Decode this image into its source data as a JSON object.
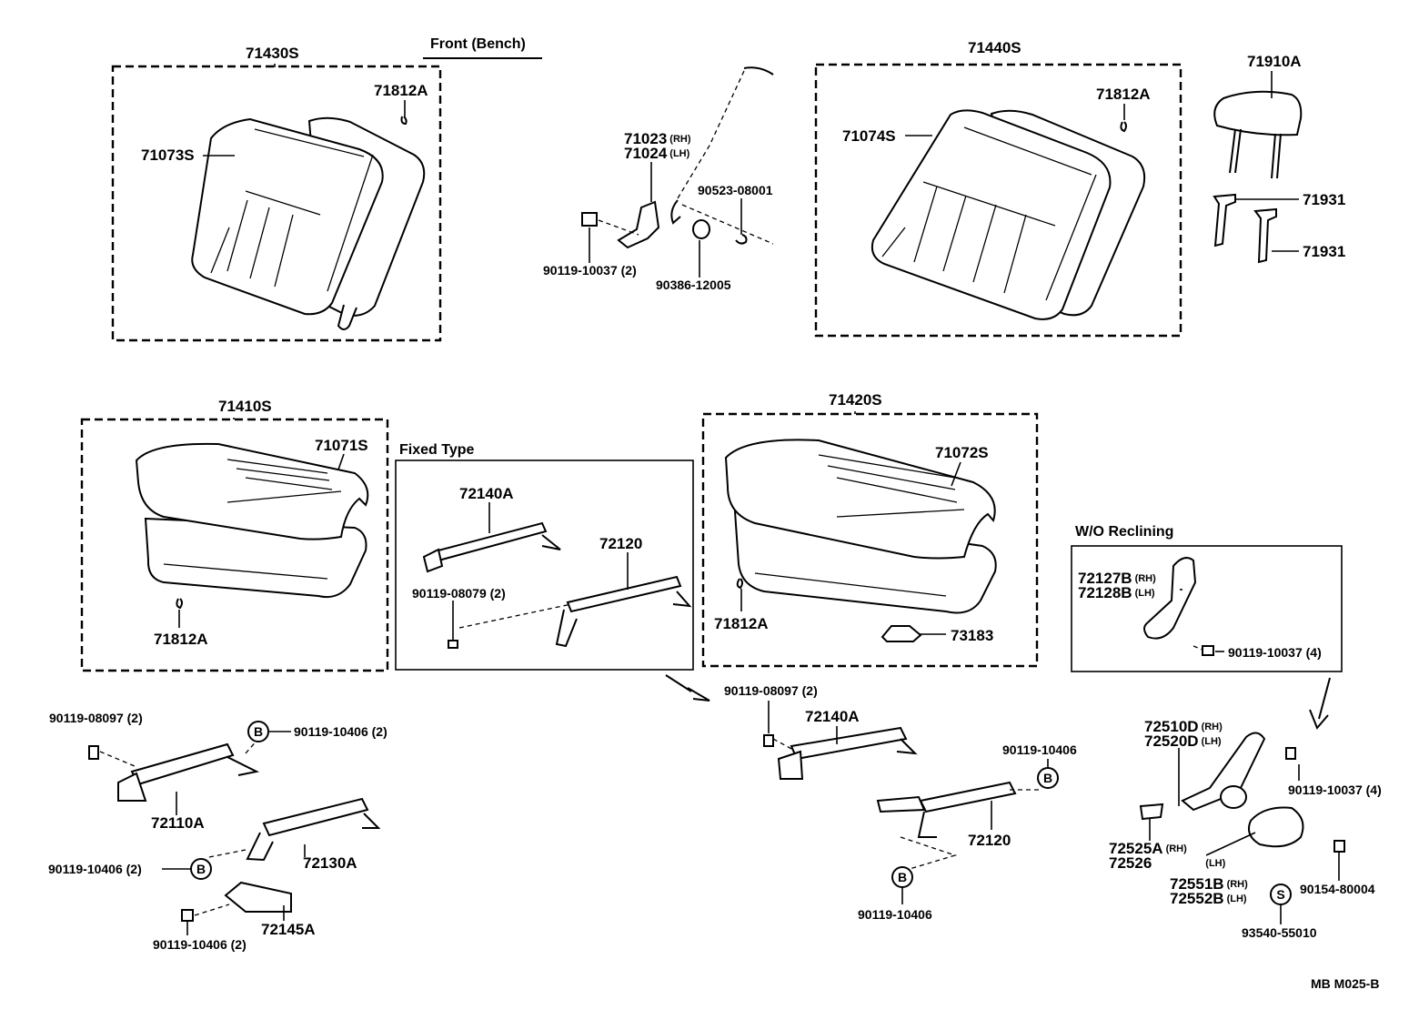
{
  "headings": {
    "front_bench": "Front (Bench)",
    "fixed_type": "Fixed Type",
    "wo_reclining": "W/O Reclining"
  },
  "side_tags": {
    "rh": "(RH)",
    "lh": "(LH)"
  },
  "parts": {
    "p71430S": "71430S",
    "p71812A_tl": "71812A",
    "p71073S": "71073S",
    "p71023": "71023",
    "p71024": "71024",
    "p90523": "90523-08001",
    "p90119_10037_2": "90119-10037 (2)",
    "p90386": "90386-12005",
    "p71440S": "71440S",
    "p71812A_tr": "71812A",
    "p71074S": "71074S",
    "p71910A": "71910A",
    "p71931_a": "71931",
    "p71931_b": "71931",
    "p71410S": "71410S",
    "p71071S": "71071S",
    "p71812A_ml": "71812A",
    "p72140A_fixed": "72140A",
    "p72120_fixed": "72120",
    "p90119_08079": "90119-08079 (2)",
    "p71420S": "71420S",
    "p71072S": "71072S",
    "p71812A_mr": "71812A",
    "p73183": "73183",
    "p72127B": "72127B",
    "p72128B": "72128B",
    "p90119_10037_4a": "90119-10037 (4)",
    "p90119_08097_l": "90119-08097 (2)",
    "p90119_10406_2a": "90119-10406 (2)",
    "p72110A": "72110A",
    "p90119_10406_2b": "90119-10406 (2)",
    "p72130A": "72130A",
    "p72145A": "72145A",
    "p90119_10406_2c": "90119-10406 (2)",
    "p90119_08097_c": "90119-08097 (2)",
    "p72140A_c": "72140A",
    "p90119_10406_c1": "90119-10406",
    "p72120_c": "72120",
    "p90119_10406_c2": "90119-10406",
    "p72510D": "72510D",
    "p72520D": "72520D",
    "p90119_10037_4b": "90119-10037 (4)",
    "p72525A": "72525A",
    "p72526": "72526",
    "p72551B": "72551B",
    "p72552B": "72552B",
    "p90154": "90154-80004",
    "p93540": "93540-55010"
  },
  "circle_marks": {
    "b": "B",
    "s": "S"
  },
  "footer": {
    "code": "MB  M025-B"
  }
}
